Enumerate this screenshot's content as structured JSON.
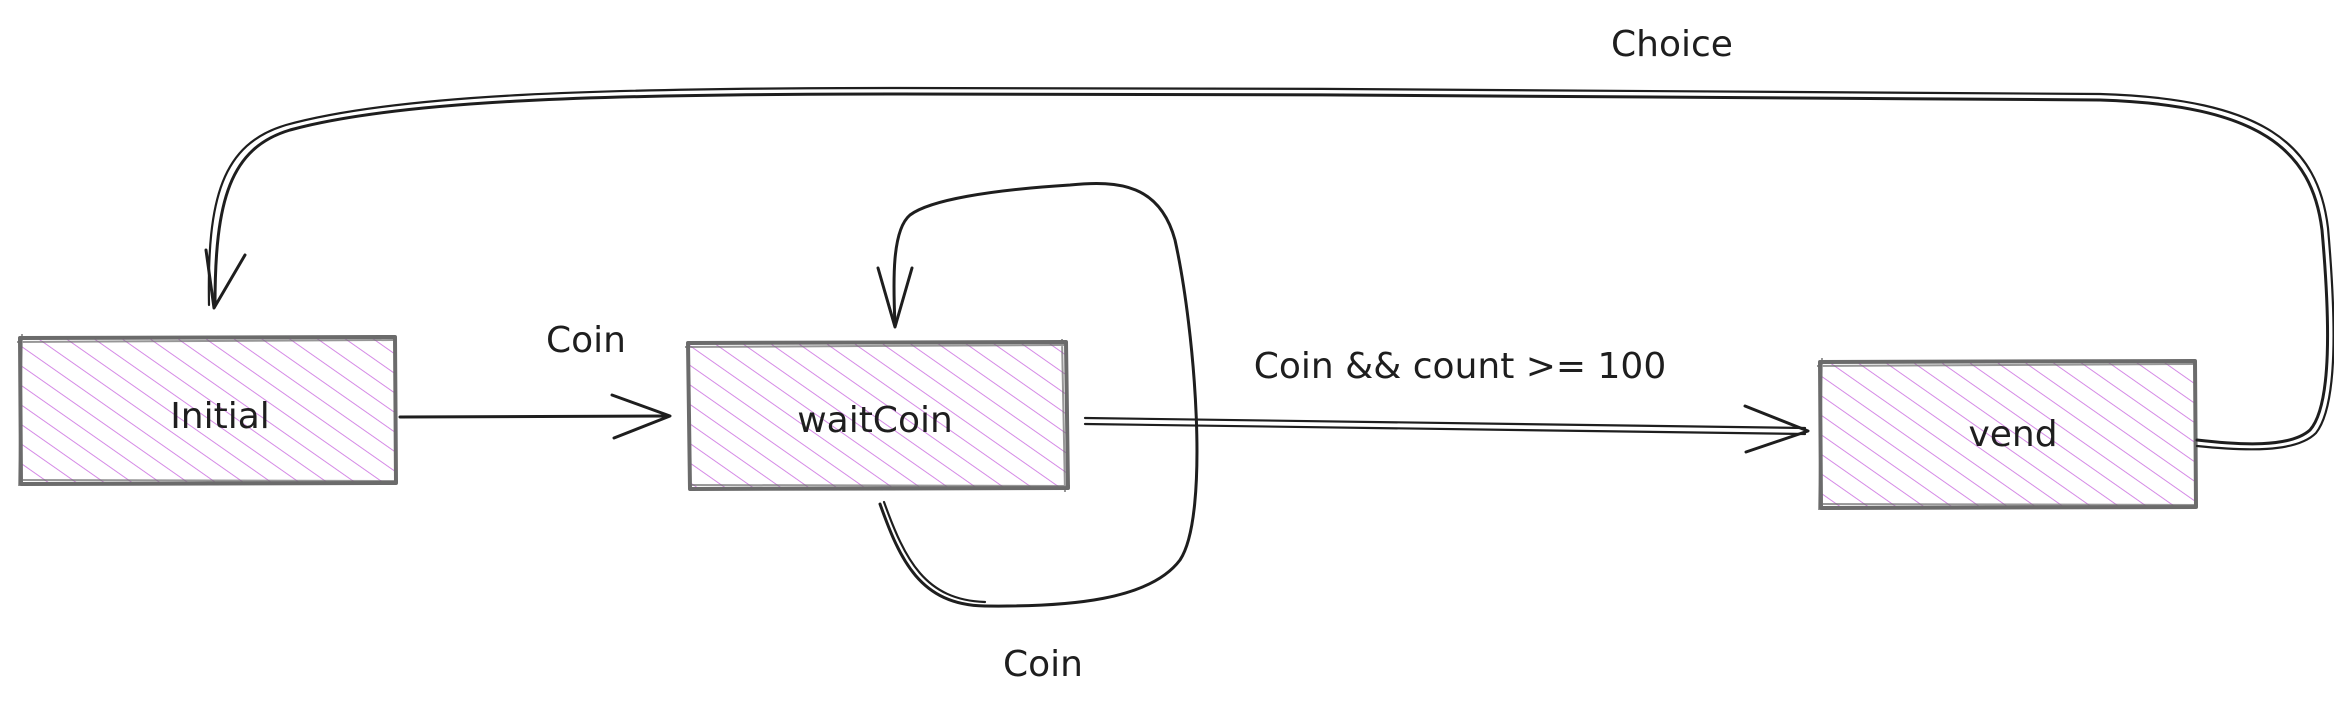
{
  "colors": {
    "hatch": "#d58ae6",
    "outline": "#6b6b6b",
    "ink": "#1e1e1e"
  },
  "nodes": {
    "initial": {
      "label": "Initial"
    },
    "waitCoin": {
      "label": "waitCoin"
    },
    "vend": {
      "label": "vend"
    }
  },
  "edges": {
    "initial_to_waitCoin": {
      "label": "Coin"
    },
    "waitCoin_self_loop": {
      "label": "Coin"
    },
    "waitCoin_to_vend": {
      "label": "Coin && count >= 100"
    },
    "vend_to_initial": {
      "label": "Choice"
    }
  }
}
